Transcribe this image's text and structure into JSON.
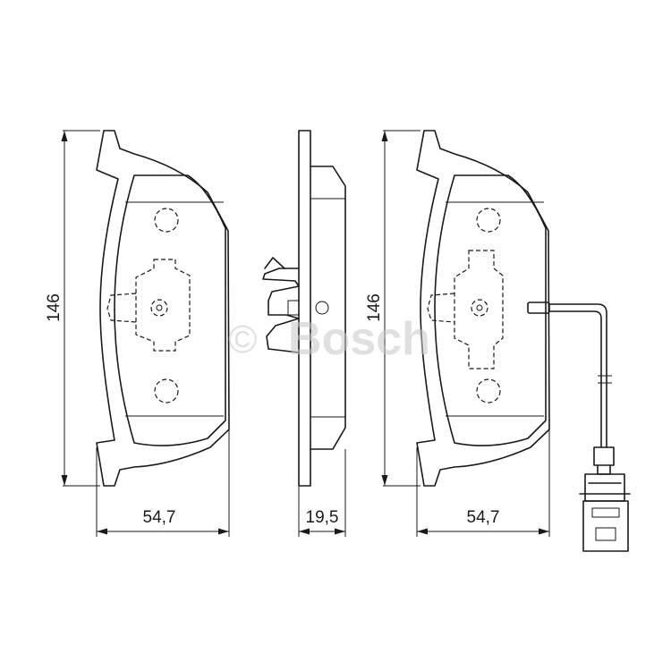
{
  "watermark": {
    "copyright": "©",
    "brand": "Bosch"
  },
  "dimensions": {
    "left_height": "146",
    "left_width": "54,7",
    "thickness": "19,5",
    "right_height": "146",
    "right_width": "54,7"
  },
  "colors": {
    "line": "#1a1a1a",
    "watermark": "#c8c8c8",
    "background": "#ffffff"
  }
}
